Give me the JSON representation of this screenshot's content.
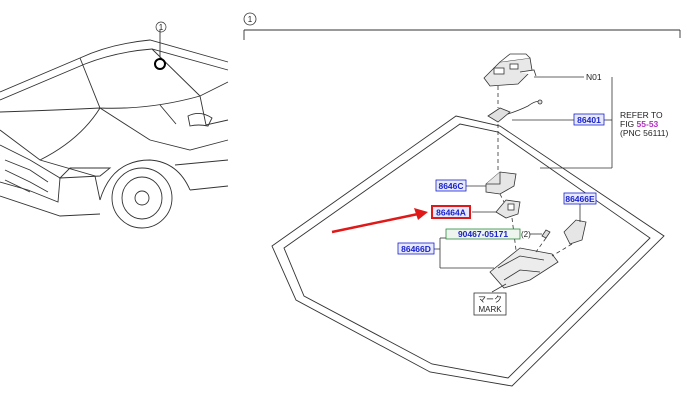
{
  "callout_number": "1",
  "parts": {
    "n01": "N01",
    "p86401": "86401",
    "p8646c": "8646C",
    "p86464a": "86464A",
    "p86466e": "86466E",
    "p90467": "90467-05171",
    "p90467_qty": "(2)",
    "p86466d": "86466D"
  },
  "refer": {
    "line1": "REFER TO",
    "fig_prefix": "FIG ",
    "fig_link": "55-53",
    "line3": "(PNC 56111)"
  },
  "mark": {
    "jp": "マーク",
    "en": "MARK"
  },
  "colors": {
    "part_link": "#1a22c8",
    "part_box_fill": "#e6e9ff",
    "fig_link": "#b030c0",
    "green_part": "#2a8a3a",
    "highlight_arrow": "#e01818",
    "line": "#333333"
  }
}
